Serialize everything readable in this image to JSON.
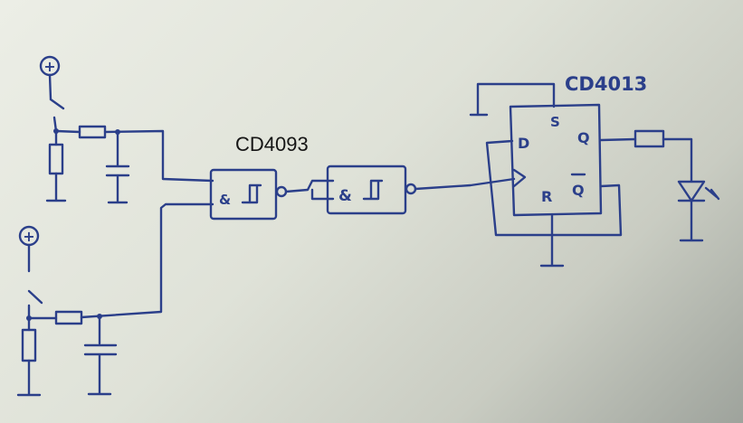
{
  "labels": {
    "chip_nand": "CD4093",
    "chip_ff": "CD4013",
    "power_symbol_top": "+",
    "power_symbol_bottom": "+",
    "gate1_symbol": "&",
    "gate2_symbol": "&",
    "ff_pin_s": "S",
    "ff_pin_d": "D",
    "ff_pin_q": "Q",
    "ff_pin_r": "R",
    "ff_pin_qbar": "Q"
  },
  "colors": {
    "ink": "#2b3f8a",
    "typed_text": "#151515"
  },
  "icons": [
    "power-plus-icon",
    "switch-icon",
    "resistor-icon",
    "capacitor-icon",
    "ground-icon",
    "nand-schmitt-gate-icon",
    "d-flip-flop-icon",
    "led-icon"
  ]
}
